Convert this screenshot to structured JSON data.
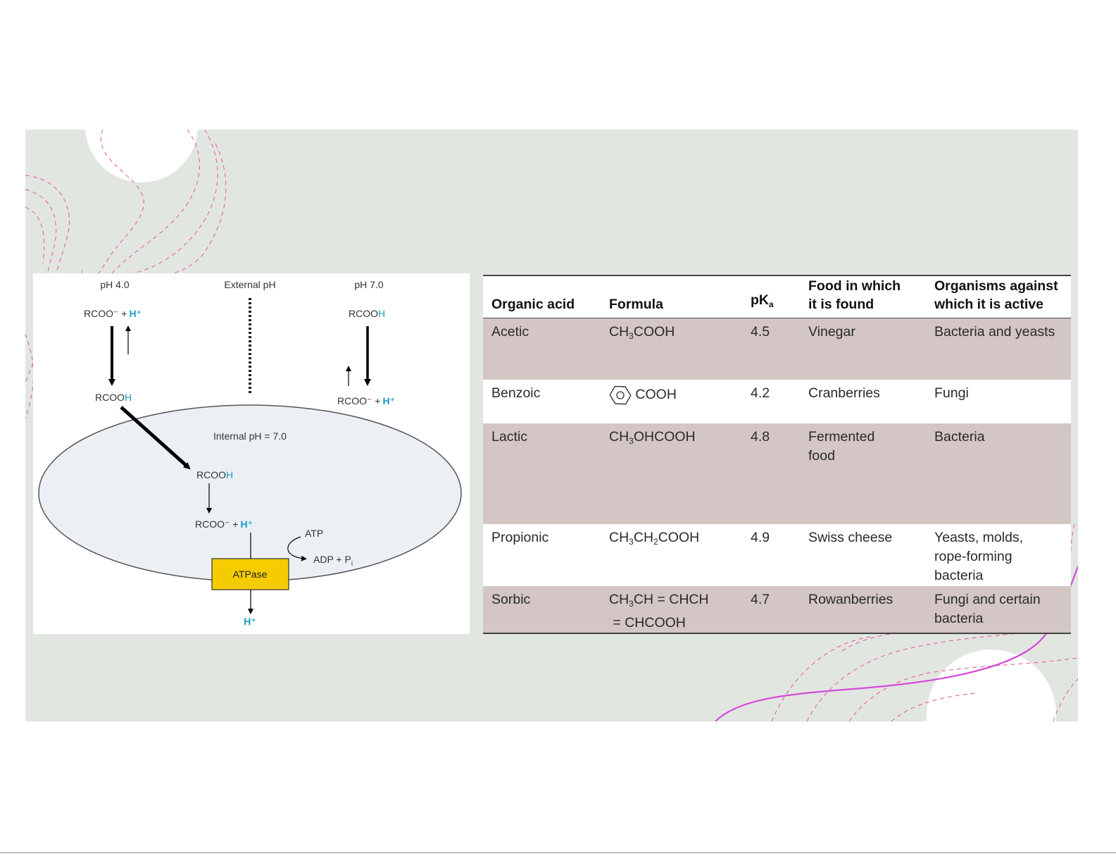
{
  "diagram": {
    "ph_left": "pH 4.0",
    "external_ph": "External pH",
    "ph_right": "pH 7.0",
    "left_top_species": "RCOO⁻ +",
    "left_top_h": "H⁺",
    "left_mid_species": "RCOO",
    "left_mid_h": "H",
    "right_top_species": "RCOO",
    "right_top_h": "H",
    "right_mid_species": "RCOO⁻ +",
    "right_mid_h": "H⁺",
    "internal_ph": "Internal pH = 7.0",
    "inner_species_1": "RCOO",
    "inner_species_1_h": "H",
    "inner_species_2": "RCOO⁻ +",
    "inner_species_2_h": "H⁺",
    "atp": "ATP",
    "adp": "ADP + P",
    "adp_sub": "i",
    "atpase": "ATPase",
    "h_out": "H⁺",
    "colors": {
      "h_accent": "#1a9bc4",
      "atpase_fill": "#f5cc00",
      "cell_fill": "#ecf0f5"
    }
  },
  "table": {
    "headers": {
      "acid": "Organic acid",
      "formula": "Formula",
      "pka": "pK",
      "pka_sub": "a",
      "food_1": "Food in which",
      "food_2": "it is found",
      "org_1": "Organisms against",
      "org_2": "which it is active"
    },
    "rows": [
      {
        "acid": "Acetic",
        "formula_parts": [
          "CH",
          "3",
          "COOH"
        ],
        "pka": "4.5",
        "food": "Vinegar",
        "organisms": "Bacteria and yeasts"
      },
      {
        "acid": "Benzoic",
        "formula_parts": [
          "COOH"
        ],
        "pka": "4.2",
        "food": "Cranberries",
        "organisms": "Fungi"
      },
      {
        "acid": "Lactic",
        "formula_parts": [
          "CH",
          "3",
          "OHCOOH"
        ],
        "pka": "4.8",
        "food_1": "Fermented",
        "food_2": "food",
        "organisms": "Bacteria"
      },
      {
        "acid": "Propionic",
        "formula_parts": [
          "CH",
          "3",
          "CH",
          "2",
          "COOH"
        ],
        "pka": "4.9",
        "food": "Swiss cheese",
        "org_1": "Yeasts, molds,",
        "org_2": "rope-forming",
        "org_3": "bacteria"
      },
      {
        "acid": "Sorbic",
        "formula_parts": [
          "CH",
          "3",
          "CH = CHCH",
          "= CHCOOH"
        ],
        "pka": "4.7",
        "food": "Rowanberries",
        "org_1": "Fungi and certain",
        "org_2": "bacteria"
      }
    ]
  }
}
